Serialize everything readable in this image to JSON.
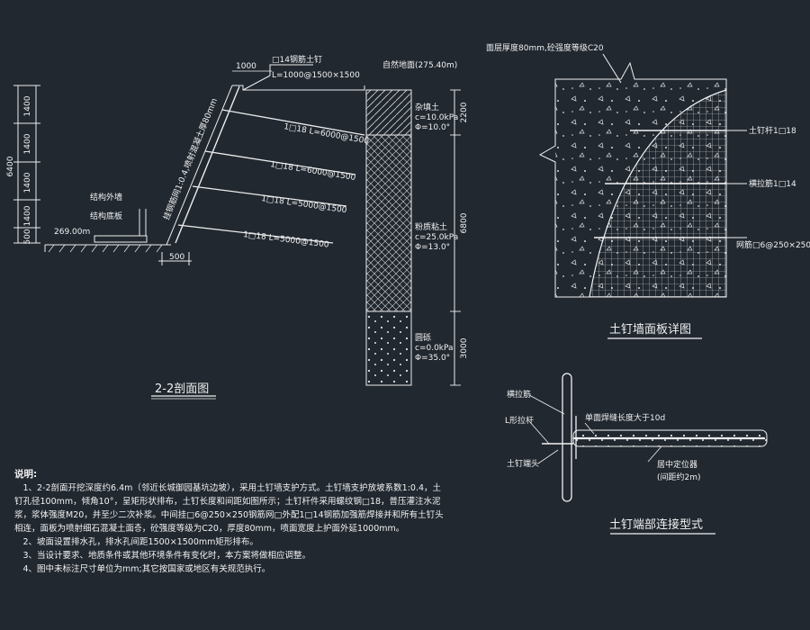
{
  "section": {
    "title": "2-2剖面图",
    "dims_left": [
      "1400",
      "1400",
      "1400",
      "1400",
      "500",
      "6400"
    ],
    "top_dim": "1000",
    "top_nail": "□14钢筋土钉",
    "top_nail_len": "L=1000@1500×1500",
    "ground_label": "自然地面(275.40m)",
    "slope_label": "挂钢筋网1:0.4,喷射混凝土厚80mm",
    "nails": [
      "1□18 L=6000@1500",
      "1□18 L=6000@1500",
      "1□18 L=5000@1500",
      "1□18 L=5000@1500"
    ],
    "bottom_dim": "500",
    "elevation": "269.00m",
    "struct_wall": "结构外墙",
    "struct_slab": "结构底板",
    "soil_layers": [
      {
        "name": "杂填土",
        "c": "c=10.0kPa",
        "phi": "Φ=10.0°"
      },
      {
        "name": "粉质粘土",
        "c": "c=25.0kPa",
        "phi": "Φ=13.0°"
      },
      {
        "name": "圆砾",
        "c": "c=0.0kPa",
        "phi": "Φ=35.0°"
      }
    ],
    "dims_right": [
      "2200",
      "6800",
      "3000"
    ]
  },
  "panel": {
    "title": "土钉墙面板详图",
    "top_label": "面层厚度80mm,砼强度等级C20",
    "labels": [
      "土钉杆1□18",
      "横拉筋1□14",
      "网筋□6@250×250"
    ]
  },
  "connection": {
    "title": "土钉端部连接型式",
    "labels": [
      "横拉筋",
      "L形拉杆",
      "土钉端头",
      "单面焊缝长度大于10d",
      "居中定位器",
      "(间距约2m)"
    ]
  },
  "notes": {
    "title": "说明:",
    "items": [
      "　1、2-2剖面开挖深度约6.4m（邻近长城御园基坑边坡），采用土钉墙支护方式。土钉墙支护放坡系数1:0.4，土钉孔径100mm，倾角10°，呈矩形状排布，土钉长度和间距如图所示；土钉杆件采用螺纹钢□18，普压灌注水泥浆，浆体强度M20，并至少二次补浆。中间挂□6@250×250钢筋网□外配1□14钢筋加强筋焊接并和所有土钉头相连，面板为喷射细石混凝土面층，砼强度等级为C20，厚度80mm，喷面宽度上护面外延1000mm。",
      "　2、坡面设置排水孔，排水孔间距1500×1500mm矩形排布。",
      "　3、当设计要求、地质条件或其他环境条件有变化时，本方案将做相应调整。",
      "　4、图中未标注尺寸单位为mm;其它按国家或地区有关规范执行。"
    ]
  }
}
